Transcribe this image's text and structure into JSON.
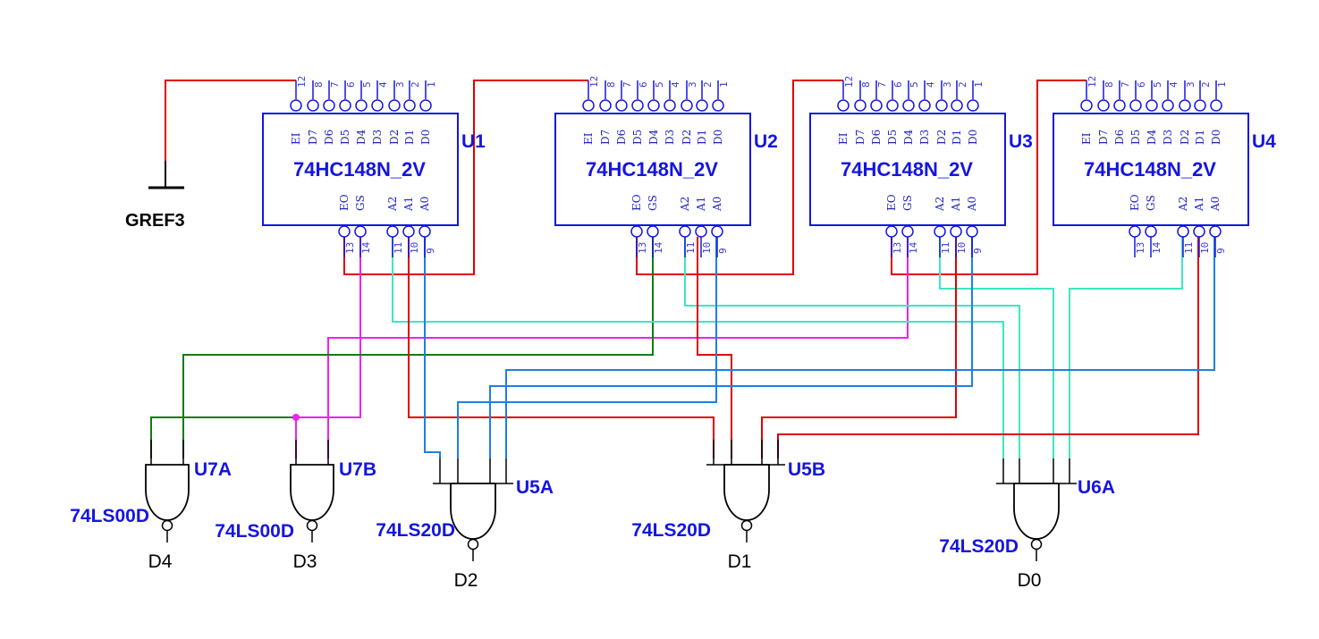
{
  "encoders": [
    {
      "ref": "U1",
      "type": "74HC148N_2V"
    },
    {
      "ref": "U2",
      "type": "74HC148N_2V"
    },
    {
      "ref": "U3",
      "type": "74HC148N_2V"
    },
    {
      "ref": "U4",
      "type": "74HC148N_2V"
    }
  ],
  "top_pin_labels": [
    "EI",
    "D7",
    "D6",
    "D5",
    "D4",
    "D3",
    "D2",
    "D1",
    "D0"
  ],
  "top_pin_numbers": [
    "12",
    "8",
    "7",
    "6",
    "5",
    "4",
    "3",
    "2",
    "1"
  ],
  "bottom_pin_labels": [
    "EO",
    "GS",
    "A2",
    "A1",
    "A0"
  ],
  "bottom_pin_numbers": [
    "13",
    "14",
    "11",
    "10",
    "9"
  ],
  "ground": {
    "label": "GREF3"
  },
  "gates": [
    {
      "ref": "U7A",
      "type": "74LS00D",
      "output": "D4"
    },
    {
      "ref": "U7B",
      "type": "74LS00D",
      "output": "D3"
    },
    {
      "ref": "U5A",
      "type": "74LS20D",
      "output": "D2"
    },
    {
      "ref": "U5B",
      "type": "74LS20D",
      "output": "D1"
    },
    {
      "ref": "U6A",
      "type": "74LS20D",
      "output": "D0"
    }
  ],
  "wire_colors": {
    "red": "#e00000",
    "blue": "#1e7fe0",
    "cyan": "#3fe6c0",
    "magenta": "#ee22ee",
    "green": "#157a15",
    "black": "#000000",
    "component": "#1515e0"
  }
}
